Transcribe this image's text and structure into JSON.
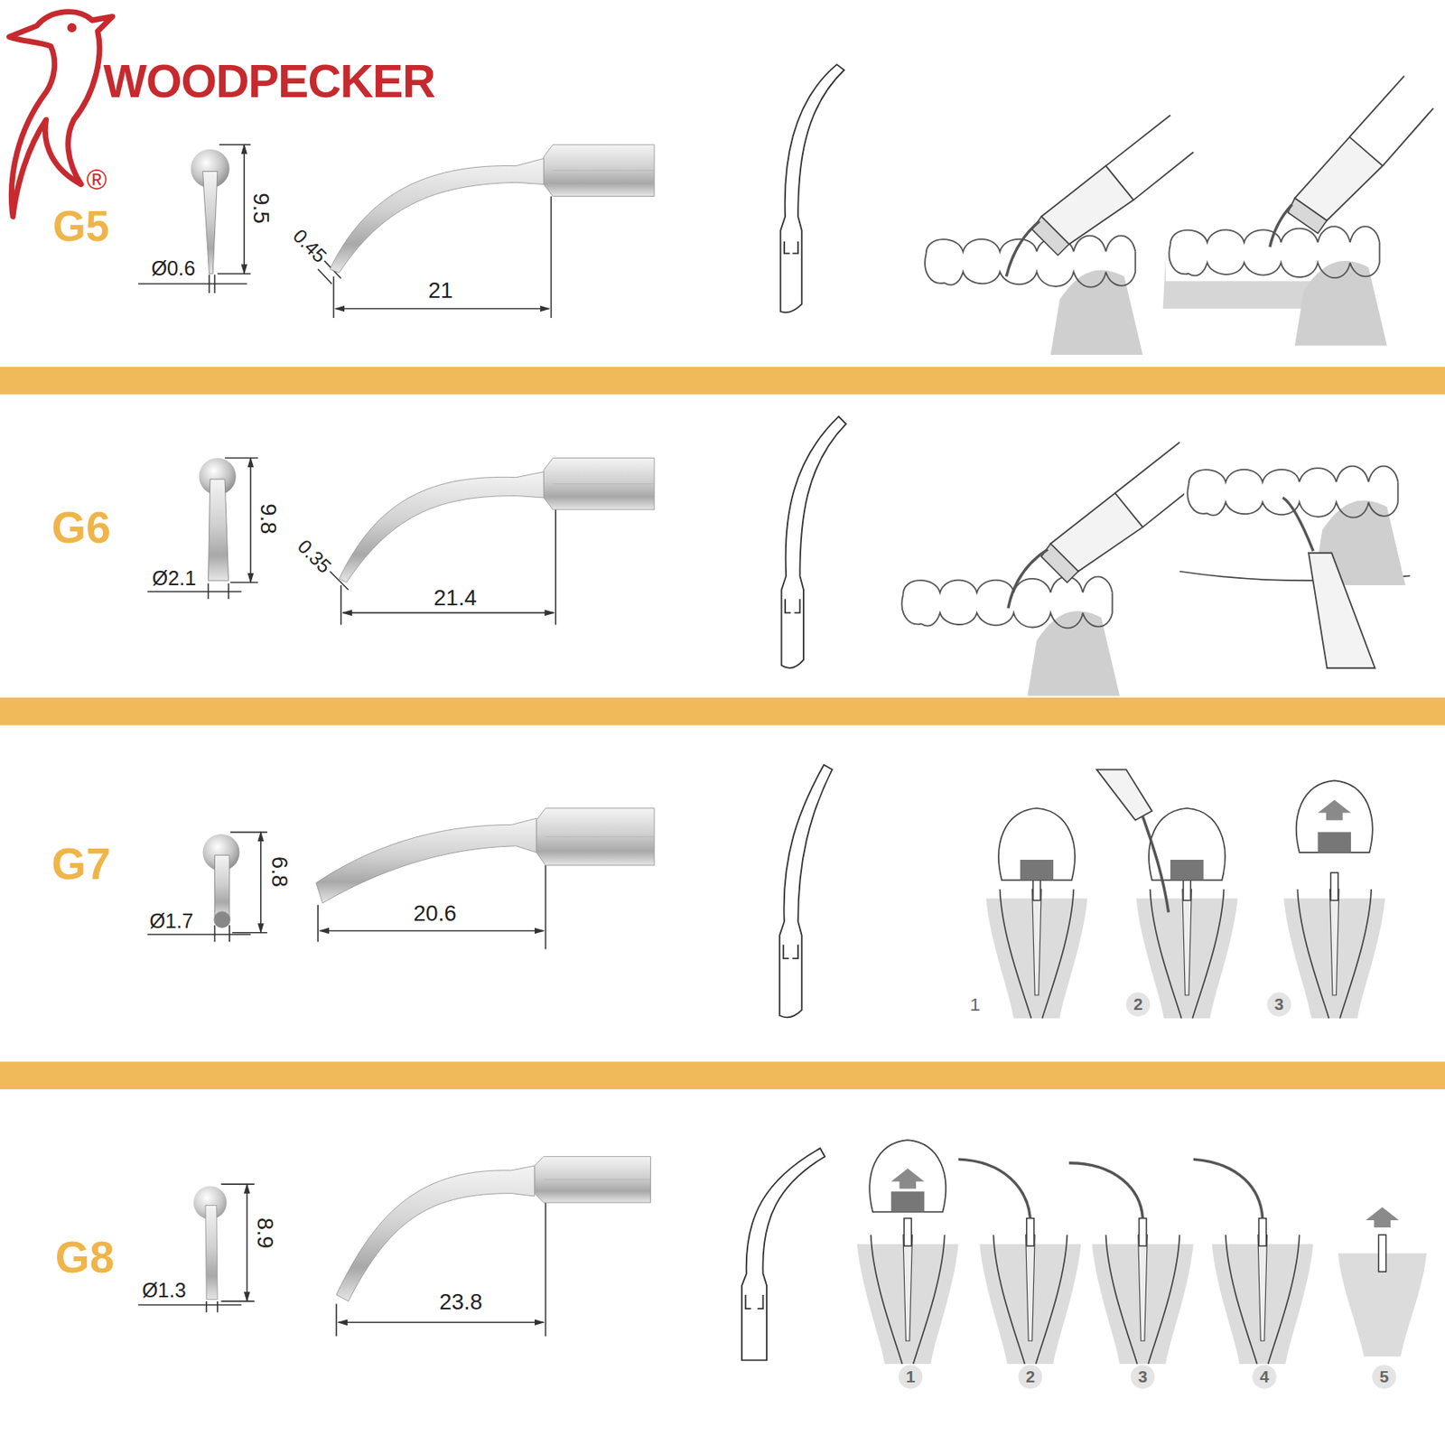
{
  "diagram": {
    "labels": [
      "WOODPECKER",
      "®",
      "G5",
      "9.5",
      "Ø0.6",
      "0.45",
      "21",
      "G6",
      "9.8",
      "Ø2.1",
      "0.35",
      "21.4",
      "G7",
      "6.8",
      "Ø1.7",
      "20.6",
      "1",
      "2",
      "3",
      "G8",
      "8.9",
      "Ø1.3",
      "23.8",
      "1",
      "2",
      "3",
      "4",
      "5"
    ]
  }
}
